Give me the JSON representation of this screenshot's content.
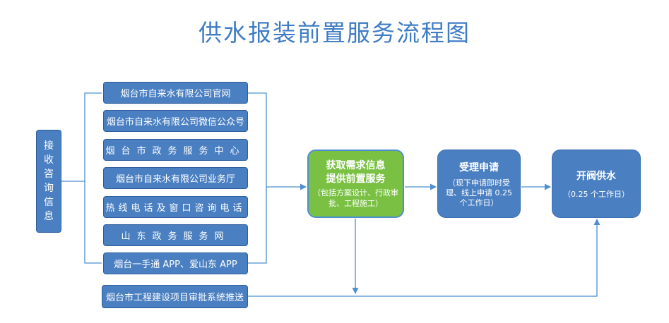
{
  "title": "供水报装前置服务流程图",
  "intake": {
    "label": "接收咨询信息"
  },
  "sources": [
    "烟台市自来水有限公司官网",
    "烟台市自来水有限公司微信公众号",
    "烟台市政务服务中心",
    "烟台市自来水有限公司业务厅",
    "热线电话及窗口咨询电话",
    "山东政务服务网",
    "烟台一手通 APP、爱山东 APP"
  ],
  "project_system": "烟台市工程建设项目审批系统推送",
  "pre_service": {
    "line1": "获取需求信息",
    "line2": "提供前置服务",
    "note": "（包括方案设计、行政审批、工程施工）"
  },
  "accept": {
    "title": "受理申请",
    "note": "（现下申请即时受理、线上申请 0.25 个工作日）"
  },
  "open": {
    "title": "开阀供水",
    "note": "（0.25 个工作日）"
  },
  "colors": {
    "title": "#3f7cc3",
    "box_blue": "#4a7fc1",
    "box_green": "#7ac143",
    "line": "#4d8fd0"
  }
}
